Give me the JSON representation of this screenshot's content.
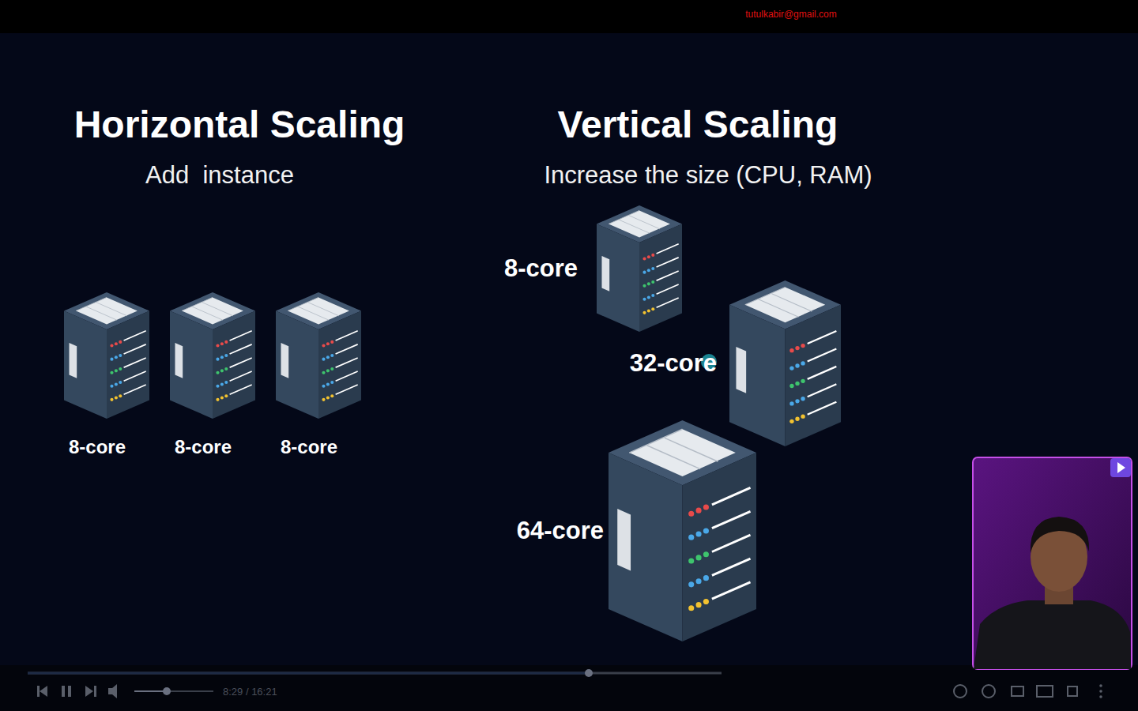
{
  "diagram": {
    "nodes": [
      {
        "text": [
          "8-core"
        ]
      },
      {
        "text": [
          "8-core"
        ]
      },
      {
        "text": [
          "8-core"
        ]
      },
      {
        "text": [
          "8-core"
        ]
      },
      {
        "text": [
          "32-core"
        ]
      },
      {
        "text": [
          "64-core"
        ]
      }
    ],
    "labels": [
      "tutulkabir@gmail.com",
      "Horizontal Scaling",
      "Add  instance",
      "Vertical Scaling",
      "Increase the size (CPU, RAM)",
      "8:29 / 16:21"
    ]
  }
}
